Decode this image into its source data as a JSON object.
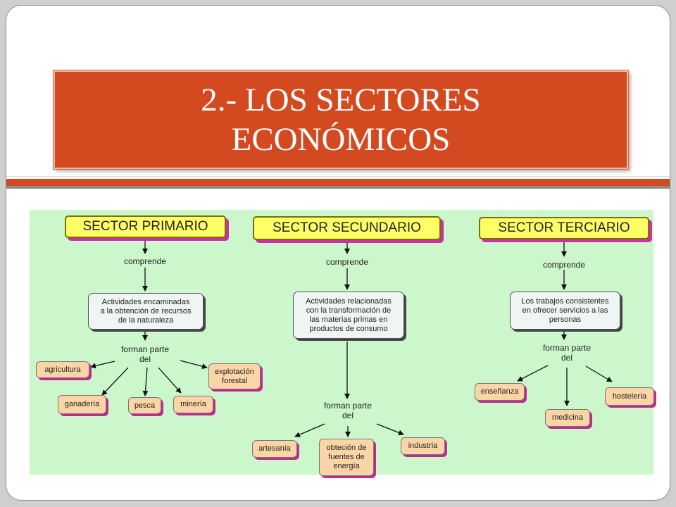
{
  "title": {
    "line1": "2.- LOS SECTORES",
    "line2": "ECONÓMICOS"
  },
  "colors": {
    "accent": "#d34a21",
    "diagram_bg": "#ccf7cc",
    "sector_fill": "#ffff66",
    "leaf_fill": "#fcd5a6",
    "desc_fill": "#eef5f2",
    "shadow_magenta": "#c0298f"
  },
  "primario": {
    "sector": "SECTOR PRIMARIO",
    "link1": "comprende",
    "description": "Actividades encaminadas\na la obtención de recursos\nde la naturaleza",
    "link2": "forman parte\ndel",
    "items": [
      "agricultura",
      "ganadería",
      "pesca",
      "minería",
      "explotación\nforestal"
    ]
  },
  "secundario": {
    "sector": "SECTOR SECUNDARIO",
    "link1": "comprende",
    "description": "Actividades relacionadas\ncon la transformación de\nlas materias primas en\nproductos de consumo",
    "link2": "forman parte\ndel",
    "items": [
      "artesanía",
      "obteción de\nfuentes de\nenergía",
      "industria"
    ]
  },
  "terciario": {
    "sector": "SECTOR TERCIARIO",
    "link1": "comprende",
    "description": "Los trabajos consistentes\nen ofrecer servicios a las\npersonas",
    "link2": "forman parte\ndel",
    "items": [
      "enseñanza",
      "medicina",
      "hostelería"
    ]
  }
}
